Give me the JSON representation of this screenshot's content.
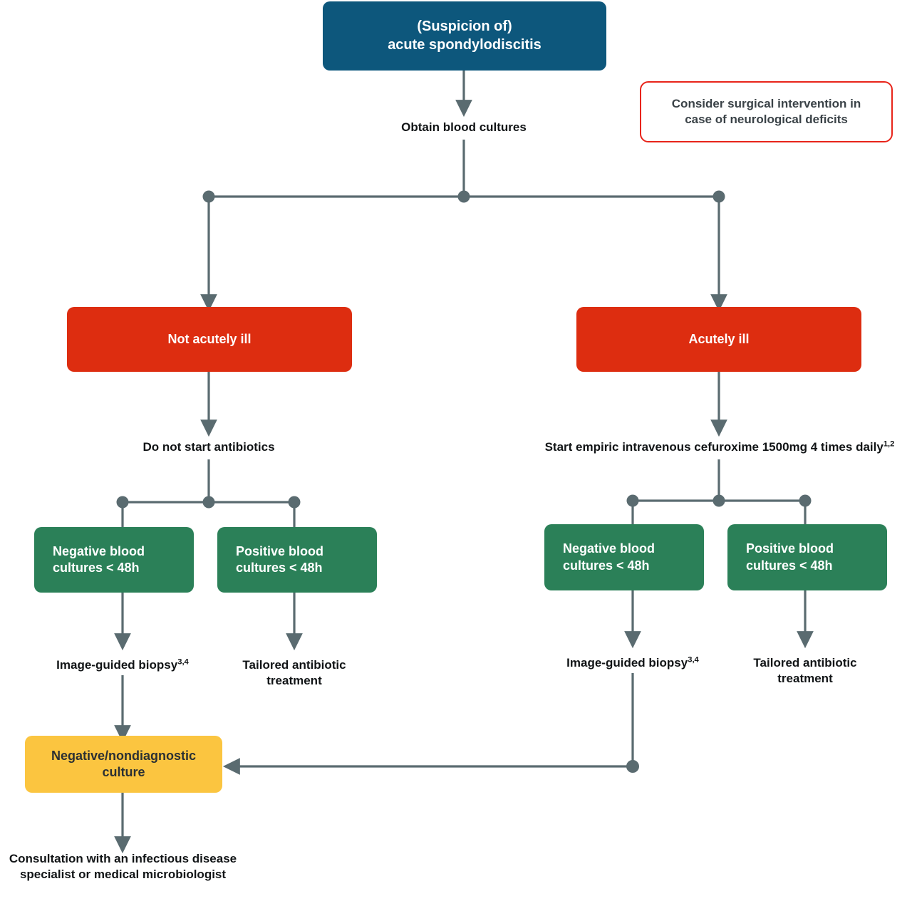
{
  "diagram": {
    "title": "Acute spondylodiscitis diagnostic and treatment flowchart",
    "colors": {
      "blue": "#0d577c",
      "red": "#dd2d10",
      "green": "#2b8058",
      "yellow": "#fbc540",
      "callout_border": "#e8241a",
      "connector": "#5a6b70",
      "text_dark": "#111416"
    },
    "nodes": {
      "start": {
        "line1": "(Suspicion of)",
        "line2": "acute spondylodiscitis"
      },
      "obtain_blood_cultures": "Obtain blood cultures",
      "callout": {
        "line1": "Consider surgical intervention in",
        "line2": "case of neurological deficits"
      },
      "not_acutely_ill": "Not acutely ill",
      "acutely_ill": "Acutely ill",
      "do_not_start_antibiotics": "Do not start antibiotics",
      "start_empiric": {
        "text": "Start empiric intravenous cefuroxime 1500mg 4 times daily",
        "superscript": "1,2"
      },
      "left_negative_cultures": {
        "line1": "Negative blood",
        "line2": "cultures < 48h"
      },
      "left_positive_cultures": {
        "line1": "Positive blood",
        "line2": "cultures < 48h"
      },
      "right_negative_cultures": {
        "line1": "Negative blood",
        "line2": "cultures < 48h"
      },
      "right_positive_cultures": {
        "line1": "Positive blood",
        "line2": "cultures < 48h"
      },
      "left_biopsy": {
        "text": "Image-guided biopsy",
        "superscript": "3,4"
      },
      "right_biopsy": {
        "text": "Image-guided biopsy",
        "superscript": "3,4"
      },
      "left_tailored": {
        "line1": "Tailored antibiotic",
        "line2": "treatment"
      },
      "right_tailored": {
        "line1": "Tailored antibiotic",
        "line2": "treatment"
      },
      "nondiagnostic": {
        "line1": "Negative/nondiagnostic",
        "line2": "culture"
      },
      "consultation": {
        "line1": "Consultation with an infectious disease",
        "line2": "specialist or medical microbiologist"
      }
    }
  }
}
